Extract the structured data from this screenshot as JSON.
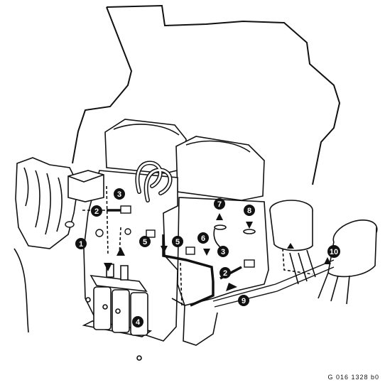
{
  "diagram": {
    "reference_code": "G 016 1328 b0",
    "colors": {
      "ink": "#111111",
      "paper": "#ffffff",
      "shade": "#d8d8d8"
    },
    "callouts": [
      {
        "id": "c1",
        "label": "1"
      },
      {
        "id": "c2a",
        "label": "2"
      },
      {
        "id": "c3a",
        "label": "3"
      },
      {
        "id": "c4",
        "label": "4"
      },
      {
        "id": "c5a",
        "label": "5"
      },
      {
        "id": "c5b",
        "label": "5"
      },
      {
        "id": "c6",
        "label": "6"
      },
      {
        "id": "c7",
        "label": "7"
      },
      {
        "id": "c8",
        "label": "8"
      },
      {
        "id": "c3b",
        "label": "3"
      },
      {
        "id": "c2b",
        "label": "2"
      },
      {
        "id": "c9",
        "label": "9"
      },
      {
        "id": "c10",
        "label": "10"
      }
    ]
  }
}
